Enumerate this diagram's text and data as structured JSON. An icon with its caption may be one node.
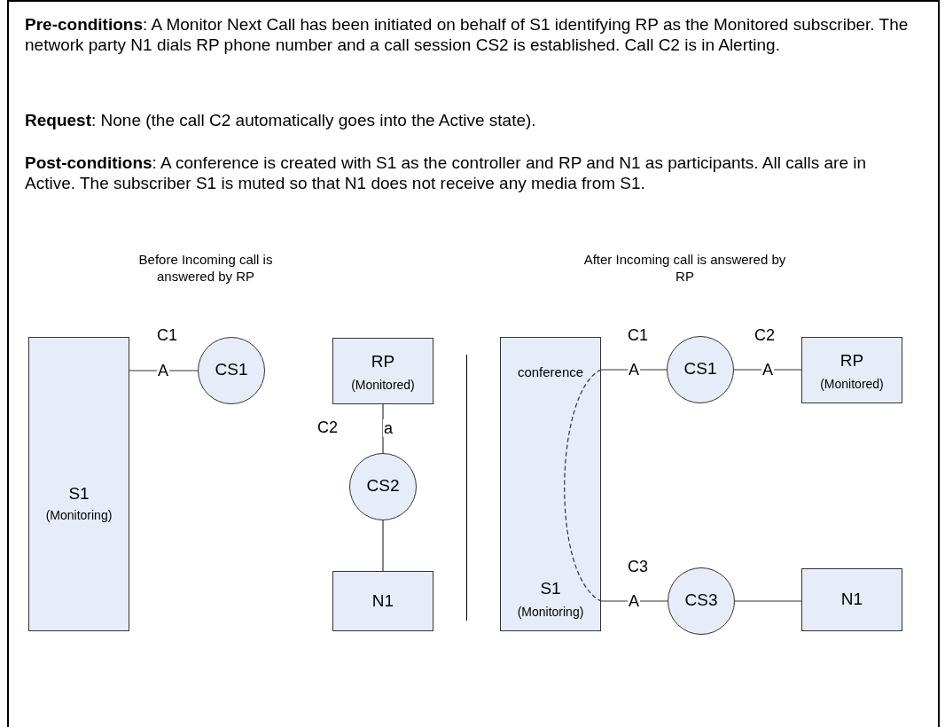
{
  "diagram": {
    "nodes": [
      {
        "text": [
          "S1",
          "(Monitoring)"
        ]
      },
      {
        "text": [
          "CS1"
        ]
      },
      {
        "text": [
          "RP",
          "(Monitored)"
        ]
      },
      {
        "text": [
          "CS2"
        ]
      },
      {
        "text": [
          "N1"
        ]
      },
      {
        "text": [
          "conference",
          "S1",
          "(Monitoring)"
        ]
      },
      {
        "text": [
          "CS1"
        ]
      },
      {
        "text": [
          "RP",
          "(Monitored)"
        ]
      },
      {
        "text": [
          "CS3"
        ]
      },
      {
        "text": [
          "N1"
        ]
      }
    ],
    "edges": [
      {
        "from": 0,
        "to": 1,
        "arrow": "none",
        "label": "A"
      },
      {
        "from": 2,
        "to": 3,
        "arrow": "none",
        "label": "a"
      },
      {
        "from": 3,
        "to": 4,
        "arrow": "none"
      },
      {
        "from": 5,
        "to": 6,
        "arrow": "none",
        "label": "A"
      },
      {
        "from": 6,
        "to": 7,
        "arrow": "none",
        "label": "A"
      },
      {
        "from": 5,
        "to": 8,
        "arrow": "none",
        "label": "A"
      },
      {
        "from": 8,
        "to": 9,
        "arrow": "none"
      },
      {
        "from": 5,
        "to": 5,
        "arrow": "none",
        "style": "dashed"
      }
    ],
    "labels": [
      "**Pre-conditions**: A Monitor Next Call has been initiated on behalf of S1 identifying RP as the Monitored subscriber. The network party N1 dials RP phone number and a call session CS2 is established. Call C2 is in Alerting.",
      "**Request**: None (the call C2 automatically goes into the Active state).",
      "**Post-conditions**: A conference is created with S1 as the controller and RP and N1 as participants. All calls are in Active. The subscriber S1 is muted so that N1 does not receive any media from S1.",
      "Before Incoming call is answered by RP",
      "After Incoming call is answered by RP",
      "C1",
      "C1",
      "C2",
      "C2",
      "C3"
    ]
  }
}
